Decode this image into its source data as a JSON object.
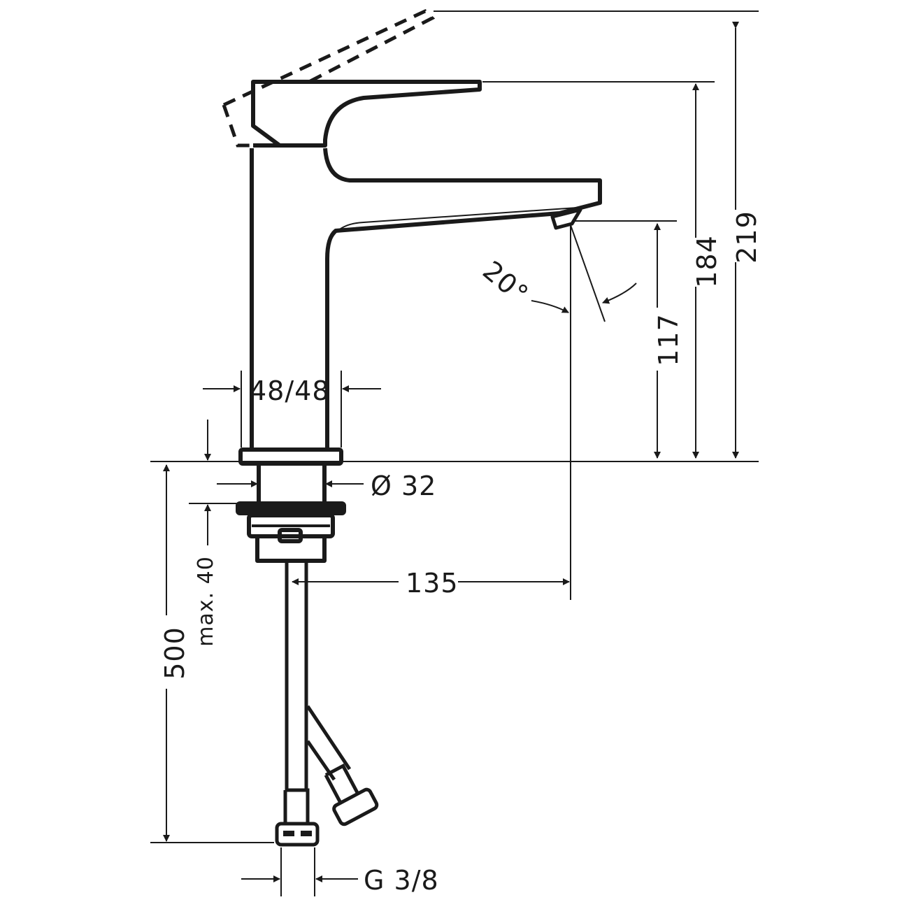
{
  "drawing": {
    "subject": "single-lever basin mixer technical dimension drawing",
    "line_color": "#1a1a1a",
    "background": "#ffffff",
    "units": "mm"
  },
  "dimensions": {
    "total_height_lever_open": "219",
    "height_to_lever_top": "184",
    "spout_outlet_height": "117",
    "body_width": "48/48",
    "mounting_hole_diameter": "Ø 32",
    "max_countertop_thickness": "max. 40",
    "hose_length": "500",
    "spout_projection": "135",
    "outlet_angle": "20°",
    "connection_thread": "G 3/8"
  }
}
